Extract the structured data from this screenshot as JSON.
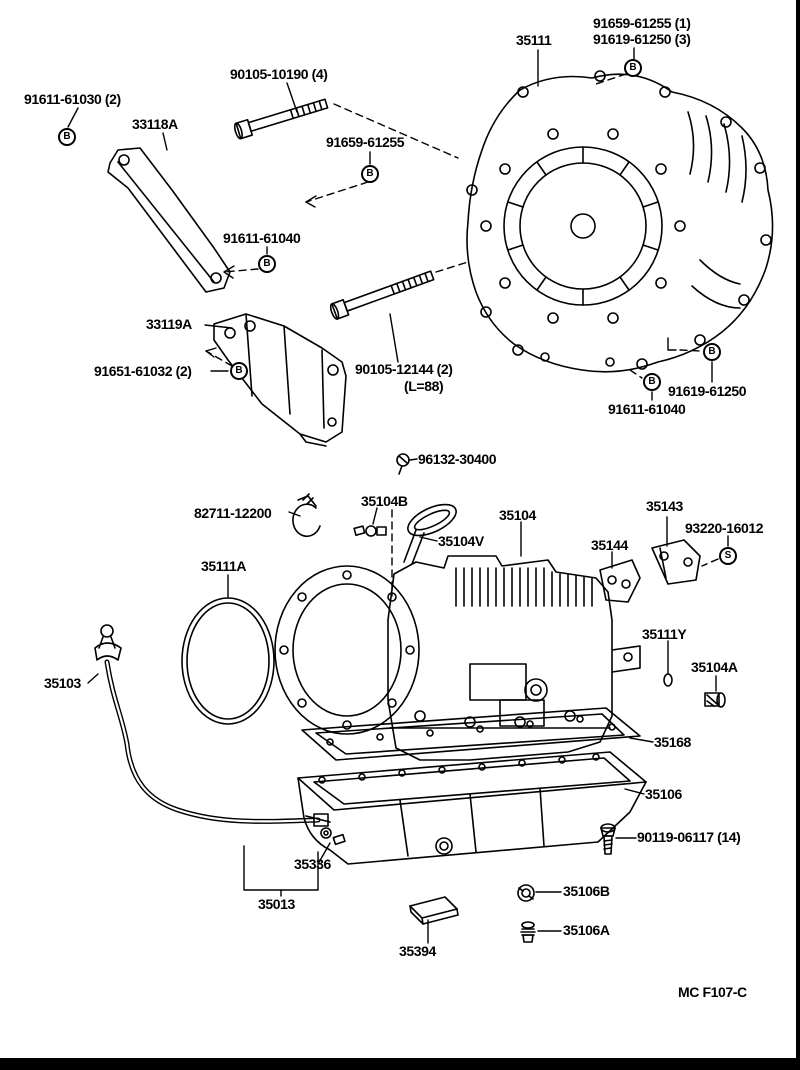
{
  "page": {
    "code": "MC F107-C",
    "paper_color": "#ffffff",
    "ink_color": "#000000"
  },
  "markers": {
    "b": "B",
    "s": "S"
  },
  "labels": [
    {
      "text": "91659-61255 (1)"
    },
    {
      "text": "91619-61250 (3)"
    },
    {
      "text": "35111"
    },
    {
      "text": "90105-10190 (4)"
    },
    {
      "text": "91611-61030 (2)"
    },
    {
      "text": "33118A"
    },
    {
      "text": "91659-61255"
    },
    {
      "text": "91611-61040"
    },
    {
      "text": "33119A"
    },
    {
      "text": "91651-61032 (2)"
    },
    {
      "text": "90105-12144 (2)"
    },
    {
      "text": "(L=88)"
    },
    {
      "text": "91619-61250"
    },
    {
      "text": "91611-61040"
    },
    {
      "text": "96132-30400"
    },
    {
      "text": "82711-12200"
    },
    {
      "text": "35104B"
    },
    {
      "text": "35104V"
    },
    {
      "text": "35104"
    },
    {
      "text": "35143"
    },
    {
      "text": "35144"
    },
    {
      "text": "93220-16012"
    },
    {
      "text": "35111A"
    },
    {
      "text": "35111Y"
    },
    {
      "text": "35104A"
    },
    {
      "text": "35103"
    },
    {
      "text": "35168"
    },
    {
      "text": "35106"
    },
    {
      "text": "90119-06117 (14)"
    },
    {
      "text": "35336"
    },
    {
      "text": "35013"
    },
    {
      "text": "35394"
    },
    {
      "text": "35106B"
    },
    {
      "text": "35106A"
    }
  ]
}
